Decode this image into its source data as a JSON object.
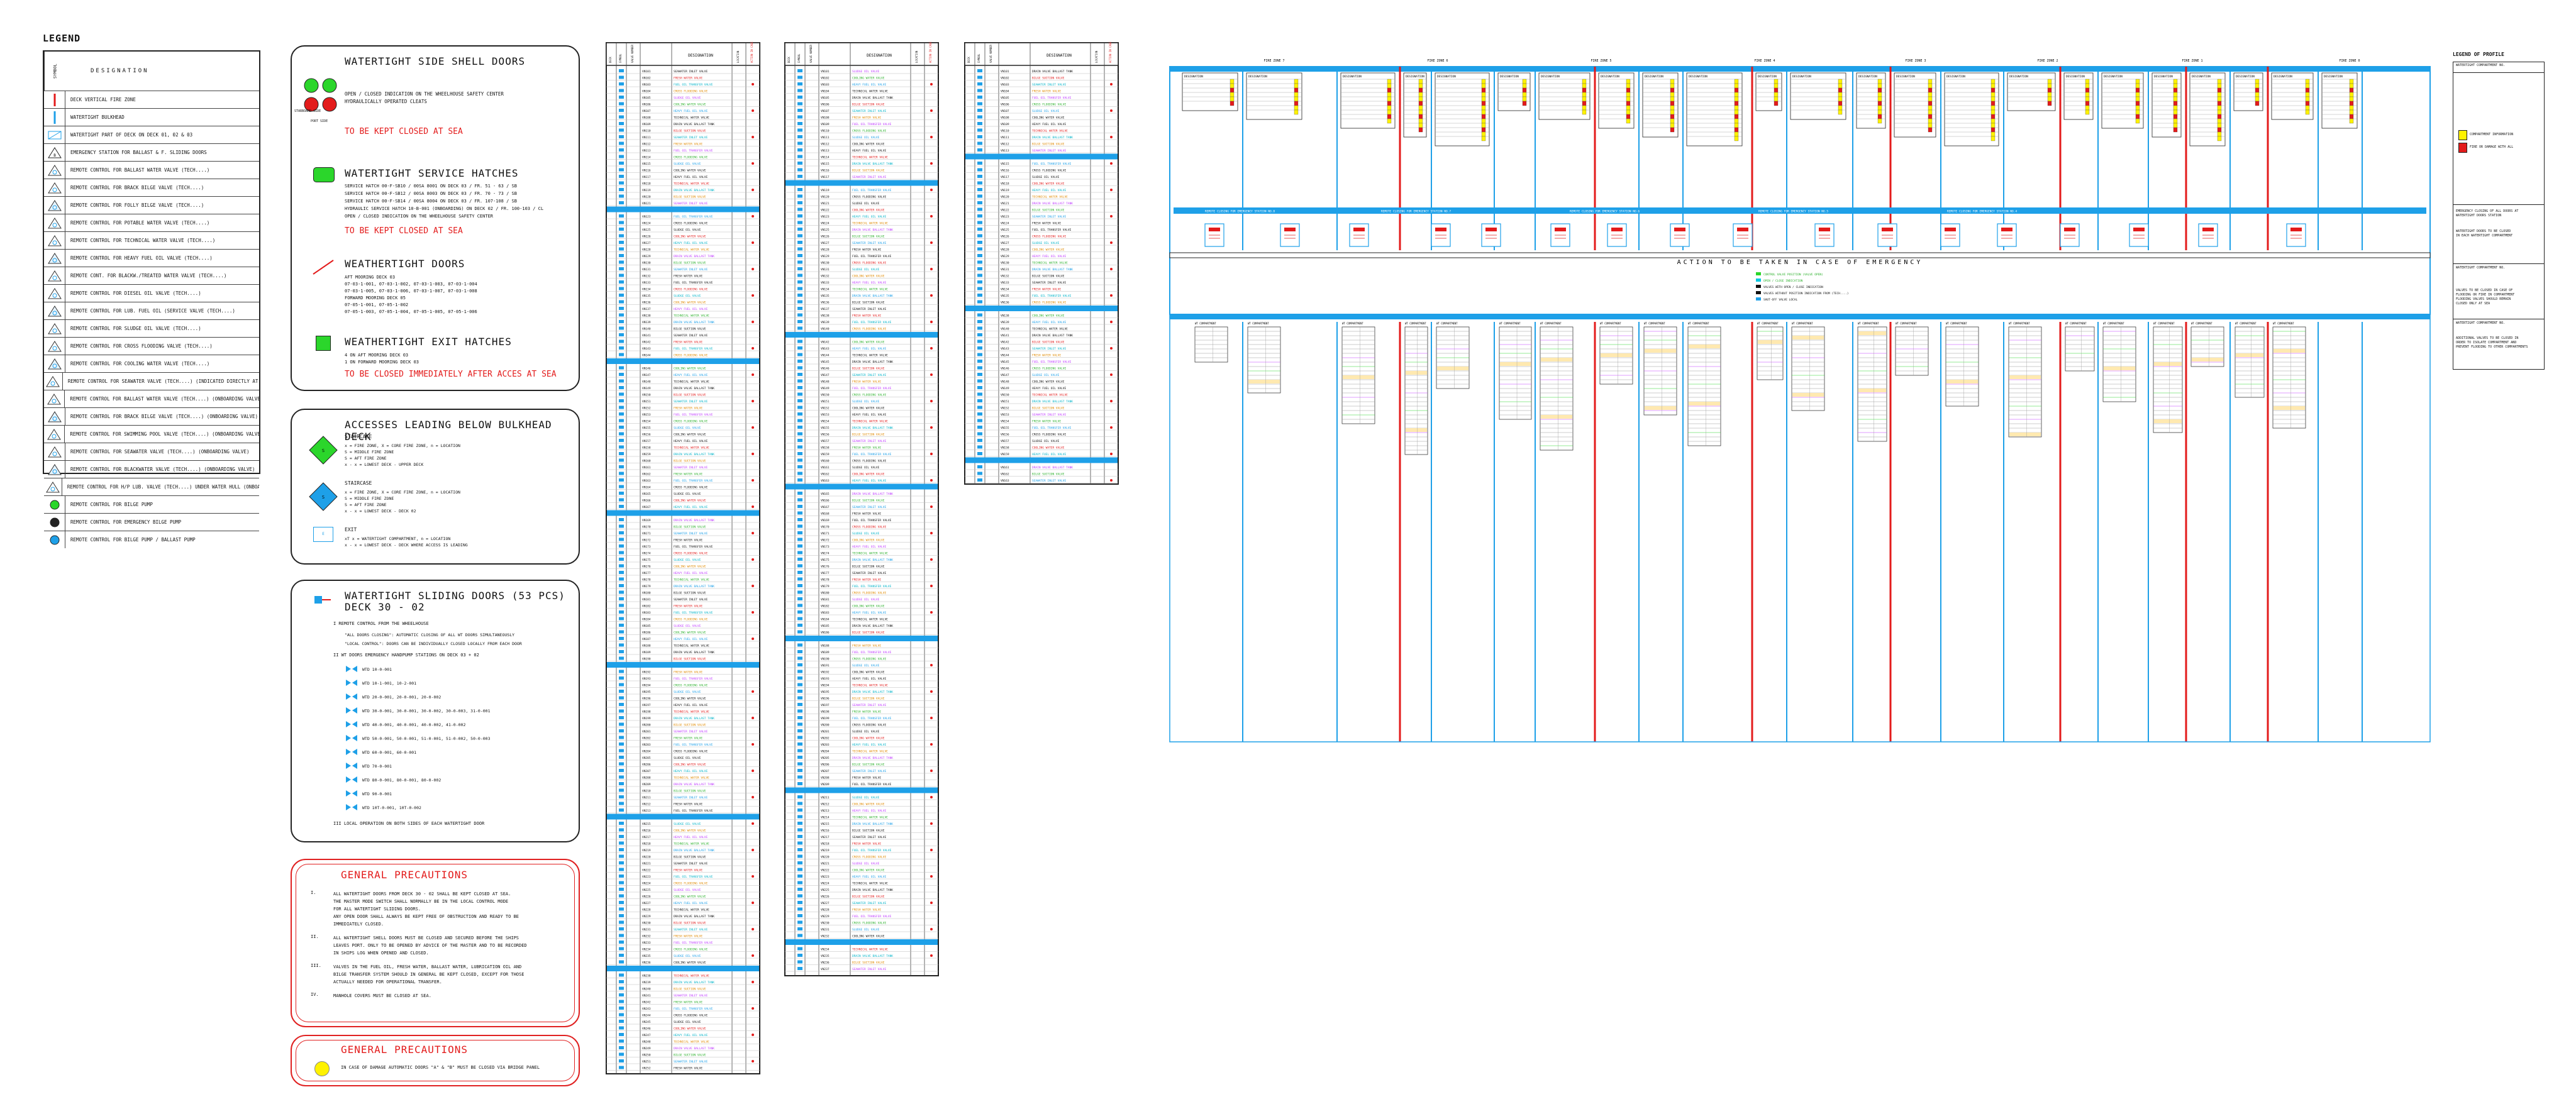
{
  "legend": {
    "title": "LEGEND",
    "header_symbol": "SYMBOL",
    "header_designation": "DESIGNATION",
    "rows": [
      "DECK VERTICAL FIRE ZONE",
      "WATERTIGHT BULKHEAD",
      "WATERTIGHT PART OF DECK ON DECK 01, 02 & 03",
      "EMERGENCY STATION FOR BALLAST & F. SLIDING DOORS",
      "REMOTE CONTROL FOR BALLAST WATER VALVE (TECH....)",
      "REMOTE CONTROL FOR BRACK BILGE VALVE (TECH....)",
      "REMOTE CONTROL FOR FOLLY BILGE VALVE (TECH....)",
      "REMOTE CONTROL FOR POTABLE WATER VALVE (TECH....)",
      "REMOTE CONTROL FOR TECHNICAL WATER VALVE (TECH....)",
      "REMOTE CONTROL FOR HEAVY FUEL OIL VALVE (TECH....)",
      "REMOTE CONT. FOR BLACKW./TREATED WATER VALVE (TECH....)",
      "REMOTE CONTROL FOR DIESEL OIL VALVE (TECH....)",
      "REMOTE CONTROL FOR LUB. FUEL OIL (SERVICE VALVE (TECH....)",
      "REMOTE CONTROL FOR SLUDGE OIL VALVE (TECH....)",
      "REMOTE CONTROL FOR CROSS FLOODING VALVE (TECH....)",
      "REMOTE CONTROL FOR COOLING WATER VALVE (TECH....)",
      "REMOTE CONTROL FOR SEAWATER VALVE (TECH....) (INDICATED DIRECTLY AT BUSHING?)",
      "REMOTE CONTROL FOR BALLAST WATER VALVE (TECH....) (ONBOARDING VALVE)",
      "REMOTE CONTROL FOR BRACK BILGE VALVE (TECH....) (ONBOARDING VALVE)",
      "REMOTE CONTROL FOR SWIMMING POOL VALVE (TECH....) (ONBOARDING VALVE)",
      "REMOTE CONTROL FOR SEAWATER VALVE (TECH....) (ONBOARDING VALVE)",
      "REMOTE CONTROL FOR BLACKWATER VALVE (TECH....) (ONBOARDING VALVE)",
      "REMOTE CONTROL FOR H/P LUB. VALVE (TECH....) UNDER WATER HULL (ONBOARDING VALVE)",
      "REMOTE CONTROL FOR BILGE PUMP",
      "REMOTE CONTROL FOR EMERGENCY BILGE PUMP",
      "REMOTE CONTROL FOR BILGE PUMP / BALLAST PUMP"
    ]
  },
  "shell_doors": {
    "title": "WATERTIGHT SIDE SHELL DOORS",
    "line1": "OPEN / CLOSED INDICATION ON THE WHEELHOUSE SAFETY CENTER",
    "line2": "HYDRAULICALLY OPERATED CLEATS",
    "sym_label_a": "STARBOARD SIDE",
    "sym_label_b": "PORT SIDE",
    "warning": "TO BE KEPT CLOSED AT SEA"
  },
  "service_hatches": {
    "title": "WATERTIGHT SERVICE HATCHES",
    "lines": [
      "SERVICE HATCH 00-F-SB10 / 00SA 8001 ON DECK 03 / FR. 51 - 63 / SB",
      "SERVICE HATCH 00-F-SB12 / 00SA 8003 ON DECK 03 / FR. 70 - 73 / SB",
      "SERVICE HATCH 00-F-SB14 / 00SA 8004 ON DECK 03 / FR. 107-108 / SB",
      "HYDRAULIC SERVICE HATCH 10-B-001 (ONBOARDING) ON DECK 02 / FR. 100-103 / CL",
      "OPEN / CLOSED INDICATION ON THE WHEELHOUSE SAFETY CENTER"
    ],
    "warning": "TO BE KEPT CLOSED AT SEA"
  },
  "weathertight_doors": {
    "title": "WEATHERTIGHT DOORS",
    "lines": [
      "AFT MOORING DECK 03",
      "07-03-1-001, 07-03-1-002, 07-03-1-003, 07-03-1-004",
      "07-03-1-005, 07-03-1-006, 07-03-1-007, 07-03-1-008",
      "FORWARD MOORING DECK 05",
      "07-05-1-001, 07-05-1-002",
      "07-05-1-003, 07-05-1-004, 07-05-1-005, 07-05-1-006"
    ]
  },
  "exit_hatches": {
    "title": "WEATHERTIGHT EXIT HATCHES",
    "lines": [
      "4 ON AFT MOORING DECK 03",
      "1 ON FORWARD MOORING DECK 03"
    ],
    "warning": "TO BE CLOSED IMMEDIATELY AFTER ACCES AT SEA"
  },
  "accesses": {
    "title": "ACCESSES LEADING BELOW BULKHEAD DECK",
    "stairwell_title": "STAIRCASE",
    "stairwell_lines": [
      "x = FIRE ZONE, X = CORE FIRE ZONE, n = LOCATION",
      "S = MIDDLE FIRE ZONE",
      "S = AFT FIRE ZONE",
      "x - x = LOWEST DECK  -  UPPER DECK"
    ],
    "staircase_title": "STAIRCASE",
    "staircase_lines": [
      "x = FIRE ZONE, X = CORE FIRE ZONE, n = LOCATION",
      "S = MIDDLE FIRE ZONE",
      "S = AFT FIRE ZONE",
      "x - x = LOWEST DECK  -  DECK 02"
    ],
    "exit_title": "EXIT",
    "exit_lines": [
      "xT x = WATERTIGHT COMPARTMENT, n = LOCATION",
      "x - x = LOWEST DECK - DECK WHERE ACCESS IS LEADING"
    ]
  },
  "sliding_doors": {
    "title": "WATERTIGHT SLIDING DOORS (53 PCS)",
    "subtitle": "DECK 30 - 02",
    "item1": "I   REMOTE CONTROL FROM THE WHEELHOUSE",
    "item1a": "\"ALL DOORS CLOSING\": AUTOMATIC CLOSING OF ALL WT DOORS SIMULTANEOUSLY",
    "item1b": "\"LOCAL CONTROL\": DOORS CAN BE INDIVIDUALLY CLOSED LOCALLY FROM EACH DOOR",
    "item2": "II  WT DOORS EMERGENCY HANDPUMP STATIONS ON DECK 03 + 02",
    "pumps": [
      "WTD 10-0-001",
      "WTD 10-1-001, 10-2-001",
      "WTD 20-0-001, 20-0-001, 20-0-002",
      "WTD 30-0-001, 30-0-001, 30-0-002, 30-0-003, 31-0-001",
      "WTD 40-0-001, 40-0-001, 40-0-002, 41-0-002",
      "WTD 50-0-001, 50-0-001, 51-0-001, 51-0-002, 50-0-003",
      "WTD 60-0-001, 60-0-001",
      "WTD 70-0-001",
      "WTD 80-0-001, 80-0-001, 80-0-002",
      "WTD 90-0-001",
      "WTD 10T-0-001, 10T-0-002"
    ],
    "item3": "III  LOCAL OPERATION ON BOTH SIDES OF EACH WATERTIGHT DOOR"
  },
  "precautions1": {
    "title": "GENERAL PRECAUTIONS",
    "items": [
      {
        "n": "I.",
        "lines": [
          "ALL WATERTIGHT DOORS FROM DECK 30 - 02 SHALL BE KEPT CLOSED AT SEA.",
          "THE MASTER MODE SWITCH SHALL NORMALLY BE IN THE LOCAL CONTROL MODE",
          "FOR ALL WATERTIGHT SLIDING DOORS.",
          "ANY OPEN DOOR SHALL ALWAYS BE KEPT FREE OF OBSTRUCTION AND READY TO BE",
          "IMMEDIATELY CLOSED."
        ]
      },
      {
        "n": "II.",
        "lines": [
          "ALL WATERTIGHT SHELL DOORS MUST BE CLOSED AND SECURED BEFORE THE SHIPS",
          "LEAVES PORT. ONLY TO BE OPENED BY ADVICE OF THE MASTER AND TO BE RECORDED",
          "IN SHIPS LOG WHEN OPENED AND CLOSED."
        ]
      },
      {
        "n": "III.",
        "lines": [
          "VALVES IN THE FUEL OIL, FRESH WATER, BALLAST WATER, LUBRICATION OIL AND",
          "BILGE TRANSFER SYSTEM SHOULD IN GENERAL BE KEPT CLOSED, EXCEPT FOR THOSE",
          "ACTUALLY NEEDED FOR OPERATIONAL TRANSFER."
        ]
      },
      {
        "n": "IV.",
        "lines": [
          "MANHOLE COVERS MUST BE CLOSED AT SEA."
        ]
      }
    ]
  },
  "precautions2": {
    "title": "GENERAL PRECAUTIONS",
    "line": "IN CASE OF DAMAGE AUTOMATIC DOORS \"A\" & \"B\" MUST BE CLOSED VIA BRIDGE PANEL"
  },
  "lists": {
    "headers": [
      "DECK",
      "SYMBOL",
      "VALVE NUMBER",
      "DESIGNATION",
      "LOCATION",
      "ACTION IN CASE OF"
    ],
    "sample_rows": [
      "DRAIN VALVE BALLAST TANK",
      "BILGE SUCTION VALVE",
      "SEAWATER INLET VALVE",
      "FRESH WATER VALVE",
      "FUEL OIL TRANSFER VALVE",
      "CROSS FLOODING VALVE",
      "SLUDGE OIL VALVE",
      "COOLING WATER VALVE",
      "HEAVY FUEL OIL VALVE",
      "TECHNICAL WATER VALVE"
    ]
  },
  "profile": {
    "fire_zones": [
      "FIRE ZONE 7",
      "FIRE ZONE 6",
      "FIRE ZONE 5",
      "FIRE ZONE 4",
      "FIRE ZONE 3",
      "FIRE ZONE 2",
      "FIRE ZONE 1",
      "FIRE ZONE 0"
    ],
    "action_title": "ACTION TO BE TAKEN IN CASE OF EMERGENCY",
    "bar_labels": [
      "REMOTE CLOSING FOR EMERGENCY STATION NO.8",
      "REMOTE CLOSING FOR EMERGENCY STATION NO.7",
      "REMOTE CLOSING FOR EMERGENCY STATION NO.6",
      "REMOTE CLOSING FOR EMERGENCY STATION NO.5",
      "REMOTE CLOSING FOR EMERGENCY STATION NO.4"
    ],
    "note_lines": [
      "CONTROL VALVE POSITION (VALVE OPEN)",
      "OPEN / CLOSE INDICATION",
      "VALVES WITH OPEN / CLOSE INDICATION",
      "VALVES WITHOUT POSITION INDICATION FROM (TECH....)",
      "SHUT-OFF VALVE LOCAL"
    ],
    "designation": "DESIGNATION",
    "compartment": "WT COMPARTMENT"
  },
  "legend_profile": {
    "title": "LEGEND OF PROFILE",
    "header1": "WATERTIGHT COMPARTMENT NO.",
    "yellow_label": "COMPARTMENT INFORMATION",
    "red_label": "FIRE OR DAMAGE WITH ALL",
    "note1": [
      "EMERGENCY CLOSING OF ALL DOORS AT",
      "WATERTIGHT DOORS STATION"
    ],
    "note2": [
      "WATERTIGHT DOORS TO BE CLOSED",
      "IN EACH WATERTIGHT COMPARTMENT"
    ],
    "header2": "WATERTIGHT COMPARTMENT NO.",
    "note3": [
      "VALVES TO BE CLOSED IN CASE OF",
      "FLOODING OR FIRE IN COMPARTMENT",
      "FLOODING VALVES SHOULD REMAIN",
      "CLOSED ONLY AT SEA"
    ],
    "header3": "WATERTIGHT COMPARTMENT NO.",
    "note4": [
      "ADDITIONAL VALVES TO BE CLOSED IN",
      "ORDER TO ISOLATE COMPARTMENT AND",
      "PREVENT FLOODING TO OTHER COMPARTMENTS"
    ]
  },
  "colors": {
    "blue": "#1ea0e8",
    "red": "#e31b1b",
    "yellow": "#fff200",
    "green": "#2bd62b",
    "cyan": "#00c8e0"
  }
}
